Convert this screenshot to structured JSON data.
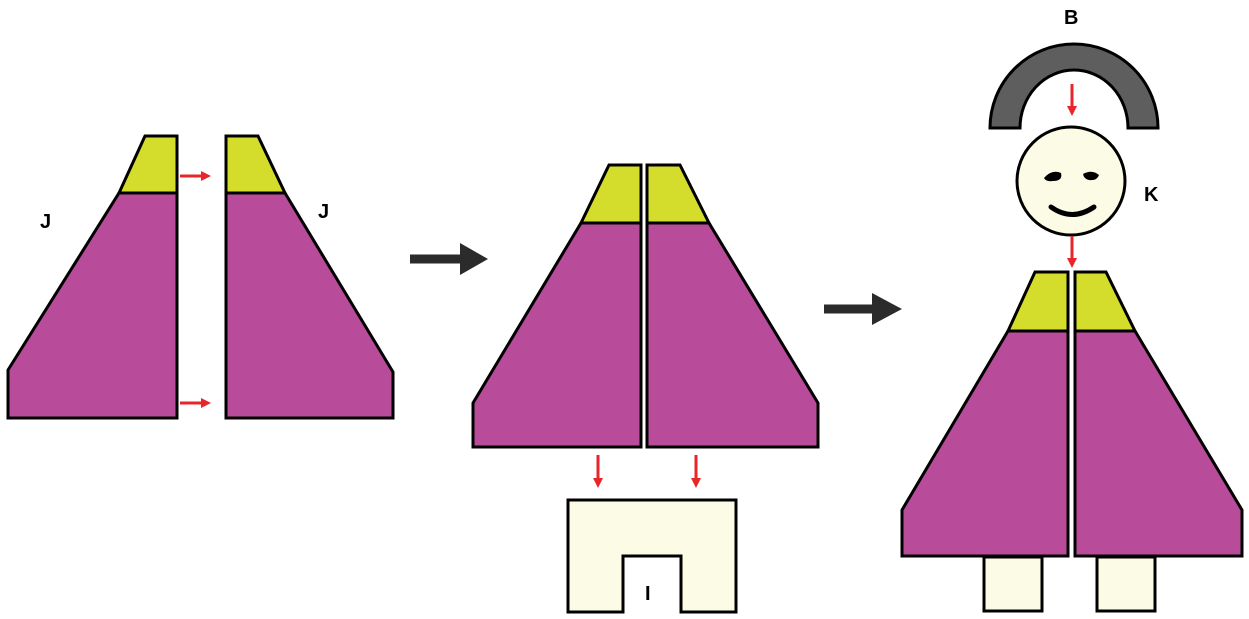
{
  "labels": {
    "left_half": "J",
    "right_half": "J",
    "base": "I",
    "head": "K",
    "hat": "B"
  },
  "colors": {
    "body": "#b84c9a",
    "collar": "#d4dd2c",
    "cream": "#fbfbe6",
    "hat": "#5e5e5e",
    "red_arrow": "#e8262a",
    "black_arrow": "#2b2b2b",
    "outline": "#000000"
  }
}
